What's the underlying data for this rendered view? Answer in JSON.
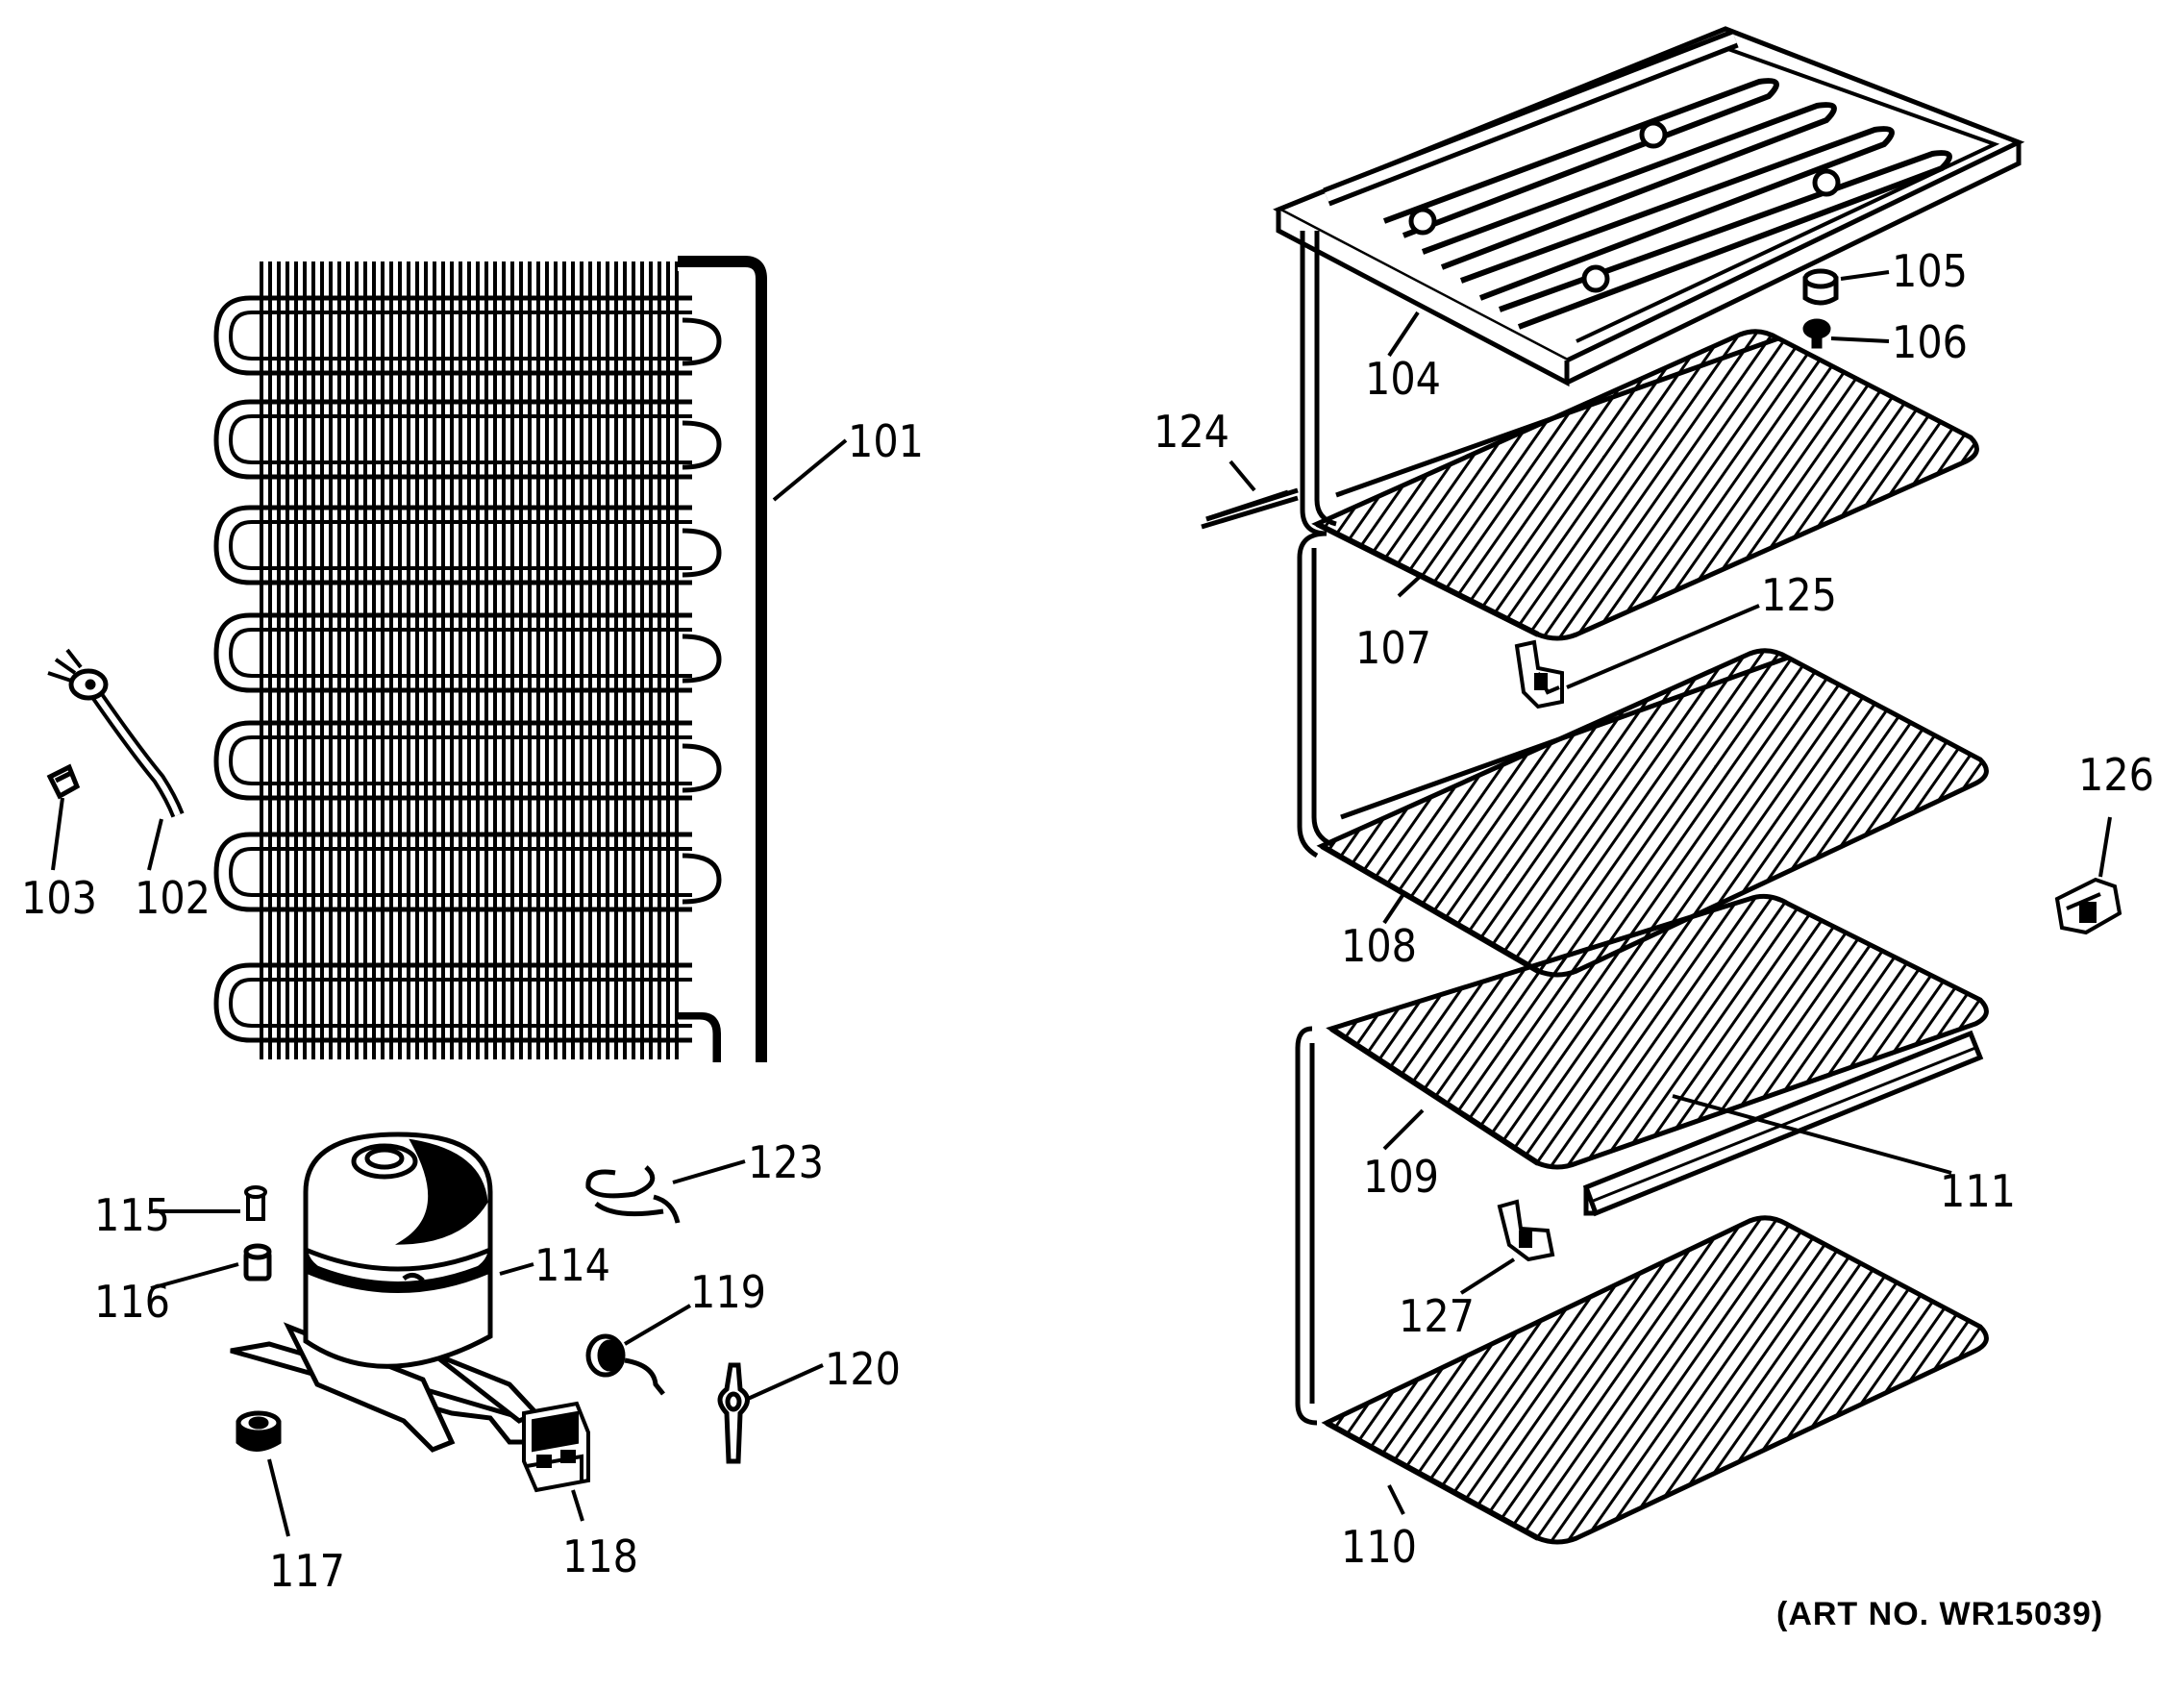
{
  "labels": {
    "p101": "101",
    "p102": "102",
    "p103": "103",
    "p104": "104",
    "p105": "105",
    "p106": "106",
    "p107": "107",
    "p108": "108",
    "p109": "109",
    "p110": "110",
    "p111": "111",
    "p114": "114",
    "p115": "115",
    "p116": "116",
    "p117": "117",
    "p118": "118",
    "p119": "119",
    "p120": "120",
    "p123": "123",
    "p124": "124",
    "p125": "125",
    "p126": "126",
    "p127": "127"
  },
  "art_no": "(ART NO. WR15039)",
  "colors": {
    "ink": "#000000",
    "paper": "#ffffff"
  }
}
